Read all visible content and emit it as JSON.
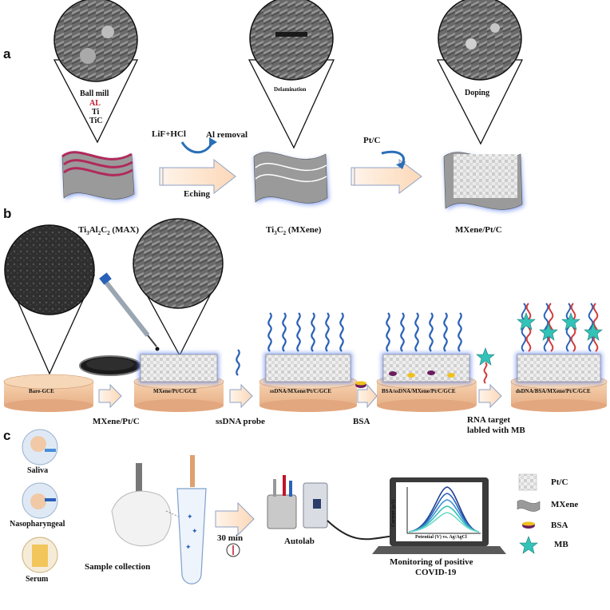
{
  "panel_a": {
    "letter": "a",
    "ball_mill": "Ball mill",
    "al": "AL",
    "ti": "Ti",
    "tic": "TiC",
    "delamination": "Delamination",
    "doping": "Doping",
    "lif_hcl": "LiF+HCl",
    "al_removal": "Al removal",
    "etching": "Eching",
    "ptc": "Pt/C",
    "max_label": "Ti3Al2C2 (MAX)",
    "mxene_label": "Ti3C2 (MXene)",
    "composite_label": "MXene/Pt/C"
  },
  "panel_b": {
    "letter": "b",
    "bare_gce": "Bare-GCE",
    "mxene_ptc_gce": "MXene/Pt/C/GCE",
    "ssdna_gce": "ssDNA/MXene/Pt/C/GCE",
    "bsa_gce": "BSA/ssDNA/MXene/Pt/C/GCE",
    "dsdna_gce": "dsDNA/BSA/MXene/Pt/C/GCE",
    "step_mxene": "MXene/Pt/C",
    "step_ssdna": "ssDNA probe",
    "step_bsa": "BSA",
    "step_rna_1": "RNA target",
    "step_rna_2": "labled with MB"
  },
  "panel_c": {
    "letter": "c",
    "saliva": "Saliva",
    "nasopharyngeal": "Nasopharyngeal",
    "serum": "Serum",
    "sample_collection": "Sample collection",
    "time": "30 min",
    "autolab": "Autolab",
    "monitoring_1": "Monitoring of positive",
    "monitoring_2": "COVID-19",
    "ylabel": "Current (μA)",
    "xlabel": "Potential (V) vs. Ag/AgCl"
  },
  "legend": {
    "ptc": "Pt/C",
    "mxene": "MXene",
    "bsa": "BSA",
    "mb": "MB"
  },
  "colors": {
    "mxene_gray": "#9a9a9a",
    "glow_blue": "#6f8ff0",
    "arrow_fill": "#fde3cc",
    "arrow_edge": "#8ca2c7",
    "electrode": "#f3c9a3",
    "dna_blue": "#2a61b8",
    "dna_red": "#d33a3a",
    "mb_teal": "#33c2b8",
    "accent_red": "#c0142b"
  }
}
